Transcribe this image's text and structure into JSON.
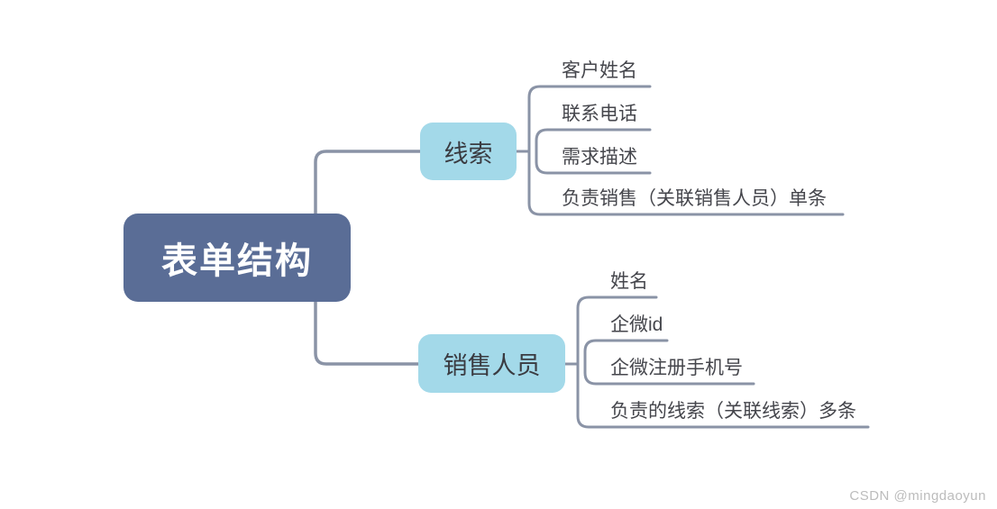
{
  "colors": {
    "canvas-bg": "#ffffff",
    "root-node-fill": "#5a6d96",
    "root-node-text": "#ffffff",
    "branch-node-fill": "#a3d9e9",
    "branch-node-text": "#3a3b41",
    "connector-line": "#8a93a6",
    "leaf-text": "#45464c",
    "watermark-text": "#bcbcbc"
  },
  "mindmap": {
    "root": {
      "label": "表单结构"
    },
    "branches": [
      {
        "label": "线索",
        "children": [
          {
            "label": "客户姓名"
          },
          {
            "label": "联系电话"
          },
          {
            "label": "需求描述"
          },
          {
            "label": "负责销售（关联销售人员）单条"
          }
        ]
      },
      {
        "label": "销售人员",
        "children": [
          {
            "label": "姓名"
          },
          {
            "label": "企微id"
          },
          {
            "label": "企微注册手机号"
          },
          {
            "label": "负责的线索（关联线索）多条"
          }
        ]
      }
    ]
  },
  "watermark": {
    "label": "CSDN @mingdaoyun"
  }
}
